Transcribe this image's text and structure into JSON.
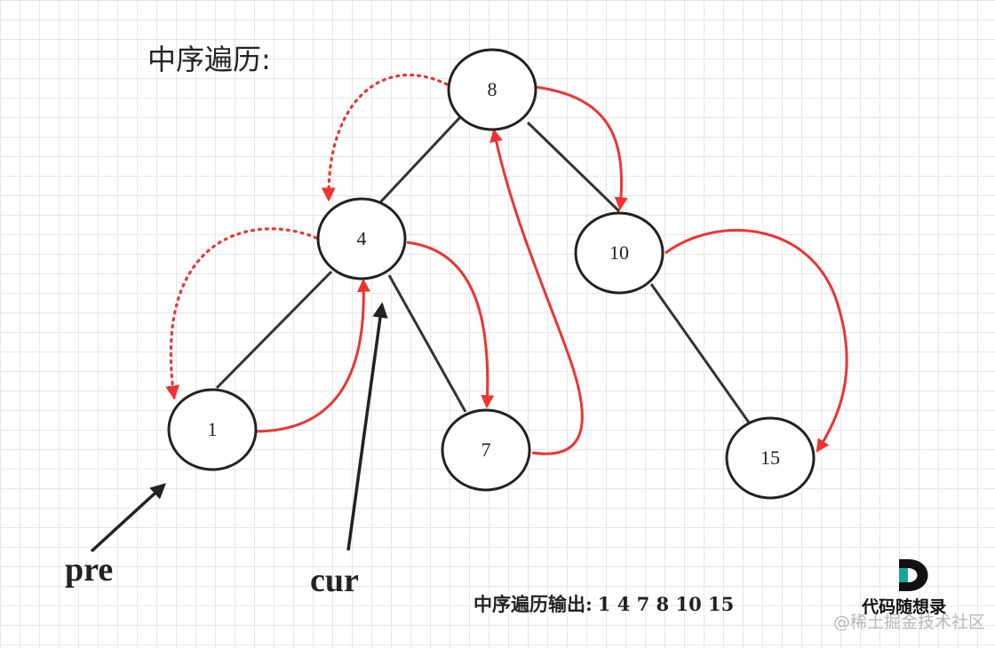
{
  "title": "中序遍历:",
  "nodes": [
    {
      "id": "n8",
      "label": "8"
    },
    {
      "id": "n4",
      "label": "4"
    },
    {
      "id": "n10",
      "label": "10"
    },
    {
      "id": "n1",
      "label": "1"
    },
    {
      "id": "n7",
      "label": "7"
    },
    {
      "id": "n15",
      "label": "15"
    }
  ],
  "pointers": {
    "pre": "pre",
    "cur": "cur"
  },
  "output": {
    "label": "中序遍历输出:",
    "sequence": "1 4 7 8 10 15"
  },
  "brand": {
    "logo_letter": "D",
    "name": "代码随想录"
  },
  "watermark": "@稀土掘金技术社区",
  "colors": {
    "traversal": "#ee3333",
    "edges": "#333333",
    "logo_accent": "#1aa39a"
  }
}
